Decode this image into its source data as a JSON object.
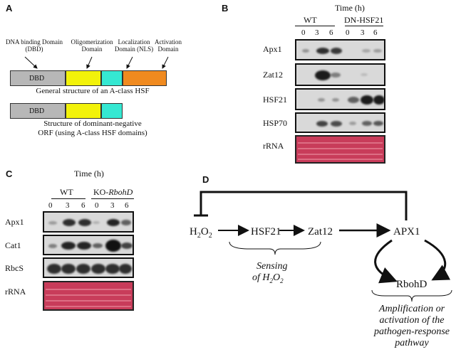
{
  "panelA": {
    "letter": "A",
    "domain_labels": {
      "dbd": "DNA binding Domain (DBD)",
      "oligo": "Oligomerization Domain",
      "nls": "Localization Domain (NLS)",
      "activation": "Activation Domain"
    },
    "dbd_box": "DBD",
    "caption1": "General structure of an A-class HSF",
    "caption2": "Structure of dominant-negative ORF (using A-class HSF domains)",
    "colors": {
      "dbd": "#b7b7b7",
      "oligo": "#f2f20a",
      "nls": "#35e8d2",
      "activation": "#f08a1f"
    }
  },
  "panelB": {
    "letter": "B",
    "time_label": "Time (h)",
    "group1": "WT",
    "group2": "DN-HSF21",
    "lanes": [
      "0",
      "3",
      "6",
      "0",
      "3",
      "6"
    ],
    "rows": [
      "Apx1",
      "Zat12",
      "HSF21",
      "HSP70",
      "rRNA"
    ]
  },
  "panelC": {
    "letter": "C",
    "time_label": "Time (h)",
    "group1": "WT",
    "group2_prefix": "KO-",
    "group2_italic": "RbohD",
    "lanes": [
      "0",
      "3",
      "6",
      "0",
      "3",
      "6"
    ],
    "rows": [
      "Apx1",
      "Cat1",
      "RbcS",
      "rRNA"
    ]
  },
  "panelD": {
    "letter": "D",
    "h2o2_base": "H",
    "h2o2_sub1": "2",
    "h2o2_mid": "O",
    "h2o2_sub2": "2",
    "hsf21": "HSF21",
    "zat12": "Zat12",
    "apx1": "APX1",
    "rbohd": "RbohD",
    "sensing_line1": "Sensing",
    "sensing_line2": "of H",
    "sensing_sub1": "2",
    "sensing_mid": "O",
    "sensing_sub2": "2",
    "amp_line1": "Amplification or",
    "amp_line2": "activation of the",
    "amp_line3": "pathogen-response",
    "amp_line4": "pathway"
  }
}
